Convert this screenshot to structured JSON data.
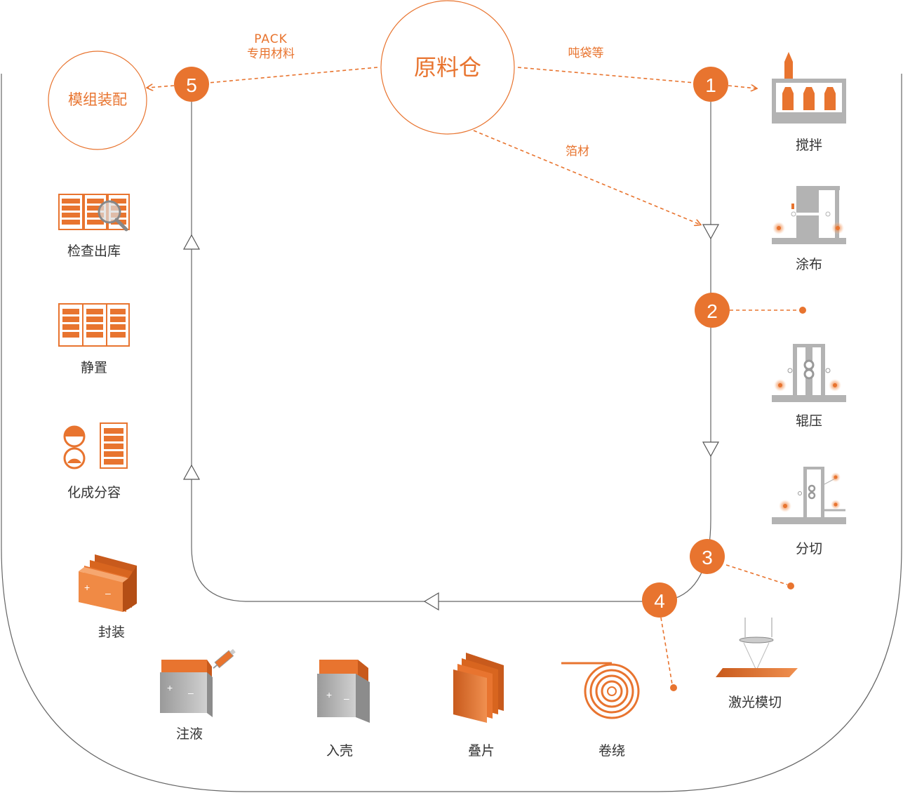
{
  "warehouse": "原料仓",
  "assembly": "模组装配",
  "arrows": {
    "pack_line1": "PACK",
    "pack_line2": "专用材料",
    "ton_bags": "吨袋等",
    "foil": "箔材"
  },
  "stage_numbers": [
    "1",
    "2",
    "3",
    "4",
    "5"
  ],
  "processes": {
    "mixing": "搅拌",
    "coating": "涂布",
    "rolling": "辊压",
    "slitting": "分切",
    "laser_cutting": "激光模切",
    "winding": "卷绕",
    "stacking": "叠片",
    "casing": "入壳",
    "filling": "注液",
    "sealing": "封装",
    "formation": "化成分容",
    "aging": "静置",
    "inspection": "检查出库"
  },
  "colors": {
    "accent": "#e8742f",
    "accent_dark": "#c85a1c",
    "gray": "#b3b3b3",
    "line": "#555555"
  }
}
